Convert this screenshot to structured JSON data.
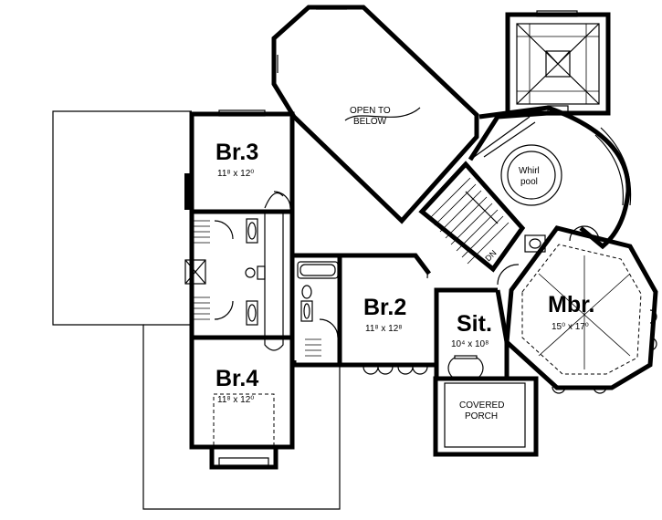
{
  "rooms": {
    "br3": {
      "name": "Br.3",
      "dim": "11⁸ x 12⁰"
    },
    "br4": {
      "name": "Br.4",
      "dim": "11⁸ x 12⁰"
    },
    "br2": {
      "name": "Br.2",
      "dim": "11⁸ x 12⁸"
    },
    "sit": {
      "name": "Sit.",
      "dim": "10⁴ x 10⁸"
    },
    "mbr": {
      "name": "Mbr.",
      "dim": "15⁰ x 17⁰"
    }
  },
  "labels": {
    "open_line1": "OPEN TO",
    "open_line2": "BELOW",
    "whirl_line1": "Whirl",
    "whirl_line2": "pool",
    "stairs_dn": "DN",
    "porch_line1": "COVERED",
    "porch_line2": "PORCH"
  }
}
